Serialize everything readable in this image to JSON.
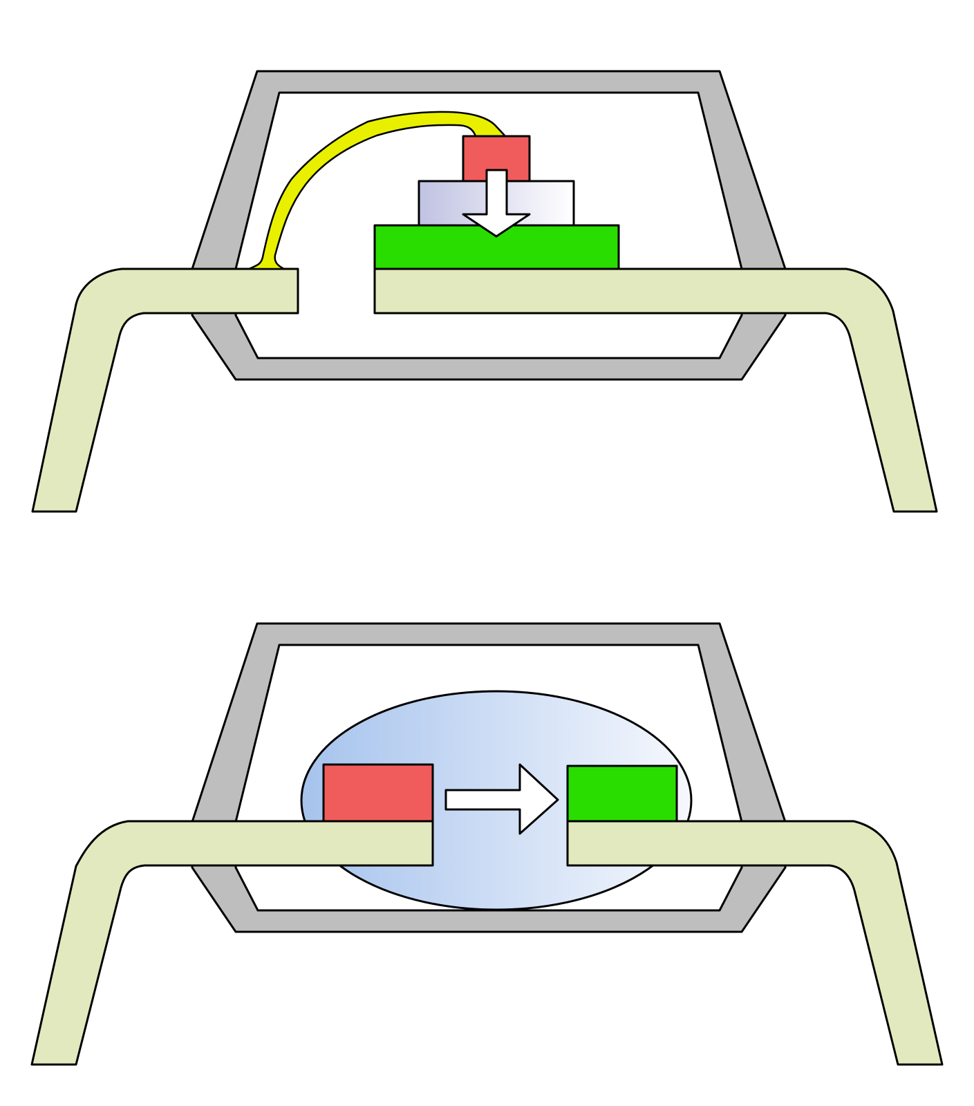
{
  "colors": {
    "background": "#ffffff",
    "package_frame": "#bebebe",
    "lead_frame": "#e3e9be",
    "emitter": "#f05c5c",
    "detector": "#2add00",
    "bond_wire": "#e8f000",
    "spacer_dark": "#c0c2e2",
    "spacer_light": "#ffffff",
    "light_path_dark": "#a6c3ed",
    "light_path_light": "#f6f8fd",
    "outline": "#000000",
    "arrow_fill": "#ffffff"
  },
  "diagrams": [
    {
      "id": "stacked",
      "arrow_direction": "down",
      "components": [
        "package-frame",
        "lead-frame-left",
        "lead-frame-right",
        "detector-die",
        "spacer-layer",
        "emitter-die",
        "bond-wire",
        "light-direction-arrow"
      ]
    },
    {
      "id": "side-by-side",
      "arrow_direction": "right",
      "components": [
        "package-frame",
        "lead-frame-left",
        "lead-frame-right",
        "optical-path",
        "emitter-die",
        "detector-die",
        "light-direction-arrow"
      ]
    }
  ]
}
